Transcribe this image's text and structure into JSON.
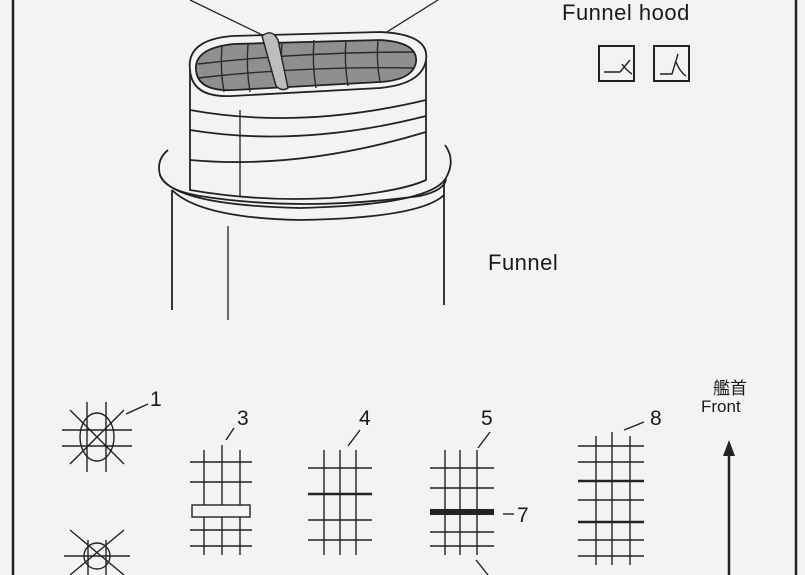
{
  "labels": {
    "funnel_hood": "Funnel hood",
    "funnel": "Funnel",
    "front_cn": "艦首",
    "front_en": "Front"
  },
  "parts": [
    {
      "number": "1"
    },
    {
      "number": "3"
    },
    {
      "number": "4"
    },
    {
      "number": "5"
    },
    {
      "number": "7"
    },
    {
      "number": "8"
    }
  ],
  "icons": [
    "fold-mountain-icon",
    "fold-valley-icon"
  ],
  "colors": {
    "paper": "#f3f3f1",
    "ink": "#1a1a1a",
    "hood_fill": "#8f8f8f"
  }
}
